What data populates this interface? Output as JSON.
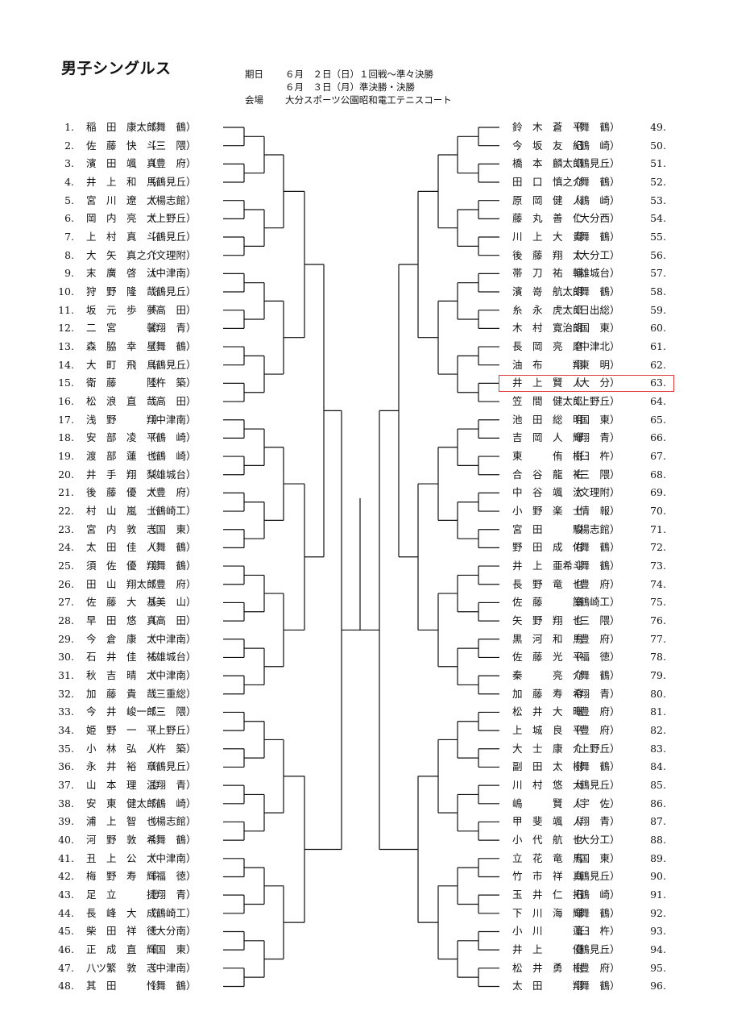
{
  "title": "男子シングルス",
  "info": {
    "date_label": "期日",
    "date_line1": "６月　２日（日）１回戦～準々決勝",
    "date_line2": "６月　３日（月）準決勝・決勝",
    "venue_label": "会場",
    "venue": "大分スポーツ公園昭和電工テニスコート"
  },
  "left_players": [
    {
      "num": "1.",
      "name": "稲　田　康太郎",
      "school": "（舞　鶴）"
    },
    {
      "num": "2.",
      "name": "佐　藤　快　斗",
      "school": "（三　隈）"
    },
    {
      "num": "3.",
      "name": "濱　田　颯　真",
      "school": "（豊　府）"
    },
    {
      "num": "4.",
      "name": "井　上　和　馬",
      "school": "（鶴見丘）"
    },
    {
      "num": "5.",
      "name": "宮　川　遼　太",
      "school": "（楊志館）"
    },
    {
      "num": "6.",
      "name": "岡　内　亮　太",
      "school": "（上野丘）"
    },
    {
      "num": "7.",
      "name": "上　村　真　斗",
      "school": "（鶴見丘）"
    },
    {
      "num": "8.",
      "name": "大　矢　真之介",
      "school": "（文理附）"
    },
    {
      "num": "9.",
      "name": "末　廣　啓　汰",
      "school": "（中津南）"
    },
    {
      "num": "10.",
      "name": "狩　野　隆　哉",
      "school": "（鶴見丘）"
    },
    {
      "num": "11.",
      "name": "坂　元　歩　夢",
      "school": "（高　田）"
    },
    {
      "num": "12.",
      "name": "二　宮　　　馨",
      "school": "（翔　青）"
    },
    {
      "num": "13.",
      "name": "森　脇　幸　星",
      "school": "（舞　鶴）"
    },
    {
      "num": "14.",
      "name": "大　町　飛　鳥",
      "school": "（鶴見丘）"
    },
    {
      "num": "15.",
      "name": "衛　藤　　　陸",
      "school": "（杵　築）"
    },
    {
      "num": "16.",
      "name": "松　浪　直　哉",
      "school": "（高　田）"
    },
    {
      "num": "17.",
      "name": "浅　野　　　翔",
      "school": "（中津南）"
    },
    {
      "num": "18.",
      "name": "安　部　凌　平",
      "school": "（鶴　崎）"
    },
    {
      "num": "19.",
      "name": "渡　部　蓮　也",
      "school": "（鶴　崎）"
    },
    {
      "num": "20.",
      "name": "井　手　翔　梨",
      "school": "（雄城台）"
    },
    {
      "num": "21.",
      "name": "後　藤　優　太",
      "school": "（豊　府）"
    },
    {
      "num": "22.",
      "name": "村　山　嵐　士",
      "school": "（鶴崎工）"
    },
    {
      "num": "23.",
      "name": "宮　内　敦　志",
      "school": "（国　東）"
    },
    {
      "num": "24.",
      "name": "太　田　佳　人",
      "school": "（舞　鶴）"
    },
    {
      "num": "25.",
      "name": "須　佐　優　翔",
      "school": "（舞　鶴）"
    },
    {
      "num": "26.",
      "name": "田　山　翔太郎",
      "school": "（豊　府）"
    },
    {
      "num": "27.",
      "name": "佐　藤　大　基",
      "school": "（美　山）"
    },
    {
      "num": "28.",
      "name": "早　田　悠　真",
      "school": "（高　田）"
    },
    {
      "num": "29.",
      "name": "今　倉　康　太",
      "school": "（中津南）"
    },
    {
      "num": "30.",
      "name": "石　井　佳　祐",
      "school": "（雄城台）"
    },
    {
      "num": "31.",
      "name": "秋　吉　晴　太",
      "school": "（中津南）"
    },
    {
      "num": "32.",
      "name": "加　藤　貴　哉",
      "school": "（三重総）"
    },
    {
      "num": "33.",
      "name": "今　井　峻一郎",
      "school": "（三　隈）"
    },
    {
      "num": "34.",
      "name": "姫　野　一　平",
      "school": "（上野丘）"
    },
    {
      "num": "35.",
      "name": "小　林　弘　人",
      "school": "（杵　築）"
    },
    {
      "num": "36.",
      "name": "永　井　裕　章",
      "school": "（鶴見丘）"
    },
    {
      "num": "37.",
      "name": "山　本　理　温",
      "school": "（翔　青）"
    },
    {
      "num": "38.",
      "name": "安　東　健太郎",
      "school": "（鶴　崎）"
    },
    {
      "num": "39.",
      "name": "浦　上　智　也",
      "school": "（楊志館）"
    },
    {
      "num": "40.",
      "name": "河　野　敦　希",
      "school": "（舞　鶴）"
    },
    {
      "num": "41.",
      "name": "丑　上　公　太",
      "school": "（中津南）"
    },
    {
      "num": "42.",
      "name": "梅　野　寿　輝",
      "school": "（福　徳）"
    },
    {
      "num": "43.",
      "name": "足　立　　　捷",
      "school": "（翔　青）"
    },
    {
      "num": "44.",
      "name": "長　峰　大　成",
      "school": "（鶴崎工）"
    },
    {
      "num": "45.",
      "name": "柴　田　祥　徳",
      "school": "（大分南）"
    },
    {
      "num": "46.",
      "name": "正　成　直　輝",
      "school": "（国　東）"
    },
    {
      "num": "47.",
      "name": "八ツ繁　敦　志",
      "school": "（中津南）"
    },
    {
      "num": "48.",
      "name": "其　田　　　怜",
      "school": "（舞　鶴）"
    }
  ],
  "right_players": [
    {
      "num": "49.",
      "name": "鈴　木　蒼　平",
      "school": "（舞　鶴）"
    },
    {
      "num": "50.",
      "name": "今　坂　友　紀",
      "school": "（鶴　崎）"
    },
    {
      "num": "51.",
      "name": "橋　本　麟太郎",
      "school": "（鶴見丘）"
    },
    {
      "num": "52.",
      "name": "田　口　慎之介",
      "school": "（舞　鶴）"
    },
    {
      "num": "53.",
      "name": "原　岡　健　人",
      "school": "（鶴　崎）"
    },
    {
      "num": "54.",
      "name": "藤　丸　善　仁",
      "school": "（大分西）"
    },
    {
      "num": "55.",
      "name": "川　上　大　貴",
      "school": "（舞　鶴）"
    },
    {
      "num": "56.",
      "name": "後　藤　翔　太",
      "school": "（大分工）"
    },
    {
      "num": "57.",
      "name": "帯　刀　祐　輔",
      "school": "（雄城台）"
    },
    {
      "num": "58.",
      "name": "濱　嵜　航太朗",
      "school": "（舞　鶴）"
    },
    {
      "num": "59.",
      "name": "糸　永　虎太郎",
      "school": "（日出総）"
    },
    {
      "num": "60.",
      "name": "木　村　寛治朗",
      "school": "（国　東）"
    },
    {
      "num": "61.",
      "name": "長　岡　亮　磨",
      "school": "（中津北）"
    },
    {
      "num": "62.",
      "name": "油　布　　　翔",
      "school": "（東　明）"
    },
    {
      "num": "63.",
      "name": "井　上　賢　人",
      "school": "（大　分）"
    },
    {
      "num": "64.",
      "name": "笠　間　健太郎",
      "school": "（上野丘）"
    },
    {
      "num": "65.",
      "name": "池　田　総　明",
      "school": "（国　東）"
    },
    {
      "num": "66.",
      "name": "吉　岡　人　輝",
      "school": "（翔　青）"
    },
    {
      "num": "67.",
      "name": "東　　　侑　樹",
      "school": "（臼　杵）"
    },
    {
      "num": "68.",
      "name": "合　谷　龍　祐",
      "school": "（三　隈）"
    },
    {
      "num": "69.",
      "name": "中　谷　颯　汰",
      "school": "（文理附）"
    },
    {
      "num": "70.",
      "name": "小　野　楽　士",
      "school": "（情　報）"
    },
    {
      "num": "71.",
      "name": "宮　田　　　駿",
      "school": "（楊志館）"
    },
    {
      "num": "72.",
      "name": "野　田　成　佑",
      "school": "（舞　鶴）"
    },
    {
      "num": "73.",
      "name": "井　上　亜希斗",
      "school": "（舞　鶴）"
    },
    {
      "num": "74.",
      "name": "長　野　竜　也",
      "school": "（豊　府）"
    },
    {
      "num": "75.",
      "name": "佐　藤　　　簾",
      "school": "（鶴崎工）"
    },
    {
      "num": "76.",
      "name": "矢　野　翔　也",
      "school": "（三　隈）"
    },
    {
      "num": "77.",
      "name": "黒　河　和　馬",
      "school": "（豊　府）"
    },
    {
      "num": "78.",
      "name": "佐　藤　光　平",
      "school": "（福　徳）"
    },
    {
      "num": "79.",
      "name": "秦　　　亮　介",
      "school": "（舞　鶴）"
    },
    {
      "num": "80.",
      "name": "加　藤　寿　希",
      "school": "（翔　青）"
    },
    {
      "num": "81.",
      "name": "松　井　大　暉",
      "school": "（豊　府）"
    },
    {
      "num": "82.",
      "name": "上　城　良　平",
      "school": "（豊　府）"
    },
    {
      "num": "83.",
      "name": "大　士　康　介",
      "school": "（上野丘）"
    },
    {
      "num": "84.",
      "name": "副　田　太　樹",
      "school": "（舞　鶴）"
    },
    {
      "num": "85.",
      "name": "川　村　悠　大",
      "school": "（鶴見丘）"
    },
    {
      "num": "86.",
      "name": "嶋　　　賢　人",
      "school": "（宇　佐）"
    },
    {
      "num": "87.",
      "name": "甲　斐　颯　人",
      "school": "（翔　青）"
    },
    {
      "num": "88.",
      "name": "小　代　航　也",
      "school": "（大分工）"
    },
    {
      "num": "89.",
      "name": "立　花　竜　馬",
      "school": "（国　東）"
    },
    {
      "num": "90.",
      "name": "竹　市　祥　真",
      "school": "（鶴見丘）"
    },
    {
      "num": "91.",
      "name": "玉　井　仁　拓",
      "school": "（鶴　崎）"
    },
    {
      "num": "92.",
      "name": "下　川　海　輝",
      "school": "（舞　鶴）"
    },
    {
      "num": "93.",
      "name": "小　川　　　蓮",
      "school": "（臼　杵）"
    },
    {
      "num": "94.",
      "name": "井　上　　　優",
      "school": "（鶴見丘）"
    },
    {
      "num": "95.",
      "name": "松　井　勇　樹",
      "school": "（豊　府）"
    },
    {
      "num": "96.",
      "name": "太　田　　　翔",
      "school": "（舞　鶴）"
    }
  ],
  "highlight": {
    "player_num": "63.",
    "color": "#e03a3a"
  },
  "colors": {
    "line": "#111111",
    "text": "#111111"
  }
}
